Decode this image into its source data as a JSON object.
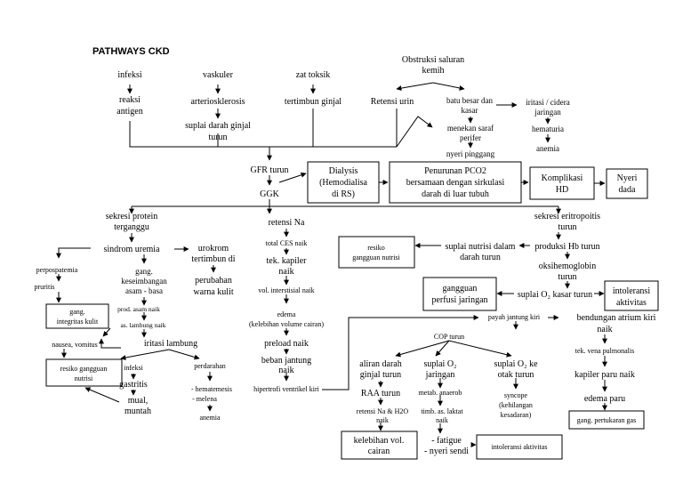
{
  "title": "PATHWAYS CKD",
  "nodes": {
    "infeksi": "infeksi",
    "reaksi_antigen": [
      "reaksi",
      "antigen"
    ],
    "vaskuler": "vaskuler",
    "arteriosklerosis": "arteriosklerosis",
    "suplai_darah_ginjal": [
      "suplai darah ginjal",
      "turun"
    ],
    "zat_toksik": "zat toksik",
    "tertimbun_ginjal": "tertimbun ginjal",
    "obstruksi": [
      "Obstruksi saluran",
      "kemih"
    ],
    "retensi_urin": "Retensi urin",
    "batu": [
      "batu besar dan",
      "kasar"
    ],
    "menekan_saraf": [
      "menekan saraf",
      "perifer"
    ],
    "nyeri_pinggang": "nyeri pinggang",
    "iritasi": [
      "iritasi / cidera",
      "jaringan"
    ],
    "hematuria": "hematuria",
    "anemia_top": "anemia",
    "gfr_turun": "GFR turun",
    "ggk": "GGK",
    "dialysis": [
      "Dialysis",
      "(Hemodialisa",
      "di RS)"
    ],
    "penurunan_pco2": [
      "Penurunan PCO2",
      "bersamaan dengan sirkulasi",
      "darah di luar tubuh"
    ],
    "komplikasi_hd": [
      "Komplikasi",
      "HD"
    ],
    "nyeri_dada": [
      "Nyeri",
      "dada"
    ],
    "sekresi_protein": [
      "sekresi protein",
      "terganggu"
    ],
    "sindrom_uremia": "sindrom uremia",
    "perpospatemia": "perpospatemia",
    "pruritis": "pruritis",
    "gang_integritas": [
      "gang.",
      "integritas kulit"
    ],
    "gang_keseimbangan": [
      "gang.",
      "keseimbangan",
      "asam - basa"
    ],
    "prod_asam": "prod. asam naik",
    "as_lambung": "as. lambung naik",
    "urokrom": [
      "urokrom",
      "tertimbun di",
      "kulit"
    ],
    "perubahan_warna": [
      "perubahan",
      "warna kulit"
    ],
    "nausea": "nausea, vomitus",
    "iritasi_lambung": "iritasi lambung",
    "resiko_nutrisi_left": [
      "resiko gangguan",
      "nutrisi"
    ],
    "infeksi2": "infeksi",
    "gastritis": "gastritis",
    "mual": [
      "mual,",
      "muntah"
    ],
    "perdarahan": "perdarahan",
    "hematemesis": [
      "- hematemesis",
      "- melena"
    ],
    "anemia_left": "anemia",
    "retensi_na": "retensi Na",
    "total_ces": "total CES naik",
    "tek_kapiler": [
      "tek. kapiler",
      "naik"
    ],
    "vol_interstisial": "vol. interstisial naik",
    "edema": [
      "edema",
      "(kelebihan volume cairan)"
    ],
    "preload": "preload naik",
    "beban_jantung": [
      "beban jantung",
      "naik"
    ],
    "hipertrofi": "hipertrofi ventrikel kiri",
    "payah_jantung": "payah jantung kiri",
    "cop_turun": "COP turun",
    "aliran_darah": [
      "aliran darah",
      "ginjal turun"
    ],
    "raa_turun": "RAA turun",
    "retensi_na_h2o": [
      "retensi Na & H2O",
      "naik"
    ],
    "kelebihan_vol": [
      "kelebihan vol.",
      "cairan"
    ],
    "suplai_o2_jaringan": [
      "suplai O₂",
      "jaringan"
    ],
    "metab_anaerob": "metab. anaerob",
    "timb_laktat": [
      "timb. as. laktat",
      "naik"
    ],
    "fatigue": [
      "- fatigue",
      "- nyeri sendi"
    ],
    "intoleransi_bottom": "intoleransi aktivitas",
    "suplai_o2_otak": [
      "suplai O₂ ke",
      "otak turun"
    ],
    "syncope": [
      "syncope",
      "(kehilangan",
      "kesadaran)"
    ],
    "sekresi_eritropoitis": [
      "sekresi eritropoitis",
      "turun"
    ],
    "produksi_hb": "produksi Hb turun",
    "suplai_nutrisi": [
      "suplai nutrisi dalam",
      "darah turun"
    ],
    "resiko_nutrisi_right": [
      "resiko",
      "gangguan nutrisi"
    ],
    "oksihemoglobin": [
      "oksihemoglobin",
      "turun"
    ],
    "suplai_o2_kasar": "suplai O₂ kasar turun",
    "gangguan_perfusi": [
      "gangguan",
      "perfusi jaringan"
    ],
    "intoleransi_right": [
      "intoleransi",
      "aktivitas"
    ],
    "bendungan": [
      "bendungan atrium kiri",
      "naik"
    ],
    "tek_vena": "tek. vena pulmonalis",
    "kapiler_paru": "kapiler paru naik",
    "edema_paru": "edema paru",
    "gang_pertukaran": "gang. pertukaran gas"
  }
}
